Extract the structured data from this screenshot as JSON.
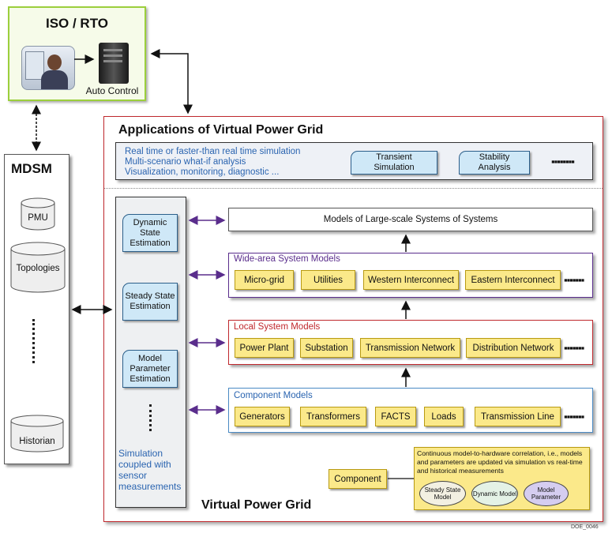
{
  "iso": {
    "title": "ISO / RTO",
    "auto_control": "Auto Control"
  },
  "mdsm": {
    "title": "MDSM",
    "items": [
      "PMU",
      "Topologies",
      "Historian"
    ]
  },
  "apps": {
    "title": "Applications of Virtual Power Grid",
    "lines": [
      "Real time or faster-than real time simulation",
      "Multi-scenario what-if analysis",
      "Visualization, monitoring, diagnostic ..."
    ],
    "transient": "Transient Simulation",
    "stability": "Stability Analysis"
  },
  "estimation": {
    "dynamic": "Dynamic State Estimation",
    "steady": "Steady State Estimation",
    "model_param": "Model Parameter Estimation",
    "caption": "Simulation coupled with sensor measurements"
  },
  "models": {
    "large_scale": "Models of Large-scale Systems of Systems",
    "wide_area": {
      "title": "Wide-area System Models",
      "items": [
        "Micro-grid",
        "Utilities",
        "Western Interconnect",
        "Eastern Interconnect"
      ]
    },
    "local": {
      "title": "Local System Models",
      "items": [
        "Power Plant",
        "Substation",
        "Transmission Network",
        "Distribution Network"
      ]
    },
    "component": {
      "title": "Component Models",
      "items": [
        "Generators",
        "Transformers",
        "FACTS",
        "Loads",
        "Transmission Line"
      ]
    }
  },
  "legend": {
    "component": "Component",
    "note": "Continuous model-to-hardware correlation, i.e., models and parameters are updated via simulation vs real-time and historical measurements",
    "steady": "Steady State Model",
    "dynamic": "Dynamic Model",
    "param": "Model Parameter"
  },
  "footer": {
    "vpg": "Virtual Power Grid",
    "code": "DOE_0046"
  },
  "colors": {
    "green_border": "#9ccf3c",
    "red_border": "#c0282d",
    "purple_border": "#5a2d8c",
    "blue_border": "#4a8ac4",
    "yellow_box": "#fbe98a",
    "blue_box": "#cfe8f7",
    "title_blue": "#2a64b0"
  }
}
